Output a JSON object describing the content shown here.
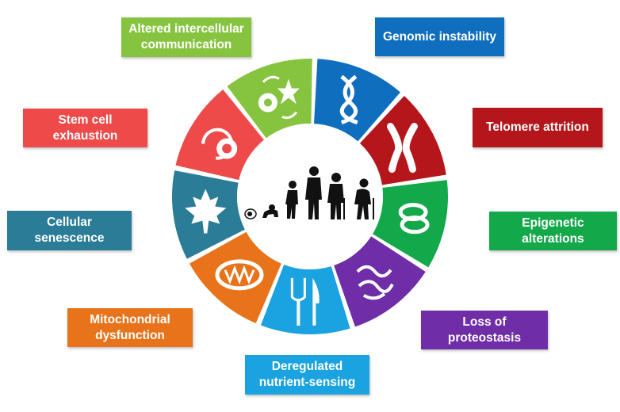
{
  "segments": [
    {
      "id": "genomic",
      "label": "Genomic instability",
      "color": "#0F6EBD",
      "icon": "dna-icon"
    },
    {
      "id": "telomere",
      "label": "Telomere attrition",
      "color": "#B4161B",
      "icon": "chromosome-icon"
    },
    {
      "id": "epigenetic",
      "label": "Epigenetic\nalterations",
      "color": "#13A84A",
      "icon": "nucleosome-icon"
    },
    {
      "id": "proteostasis",
      "label": "Loss of\nproteostasis",
      "color": "#6F2DA8",
      "icon": "protein-structure-icon"
    },
    {
      "id": "nutrient",
      "label": "Deregulated\nnutrient-sensing",
      "color": "#1AA3E0",
      "icon": "fork-knife-icon"
    },
    {
      "id": "mito",
      "label": "Mitochondrial\ndysfunction",
      "color": "#E8731A",
      "icon": "mitochondrion-icon"
    },
    {
      "id": "senescence",
      "label": "Cellular\nsenescence",
      "color": "#2A7C97",
      "icon": "maple-leaf-icon"
    },
    {
      "id": "stemcell",
      "label": "Stem cell\nexhaustion",
      "color": "#EE4A4A",
      "icon": "stem-cell-icon"
    },
    {
      "id": "intercell",
      "label": "Altered intercellular\ncommunication",
      "color": "#86C440",
      "icon": "cell-communication-icon"
    }
  ],
  "center_icon": "human-aging-silhouettes-icon"
}
